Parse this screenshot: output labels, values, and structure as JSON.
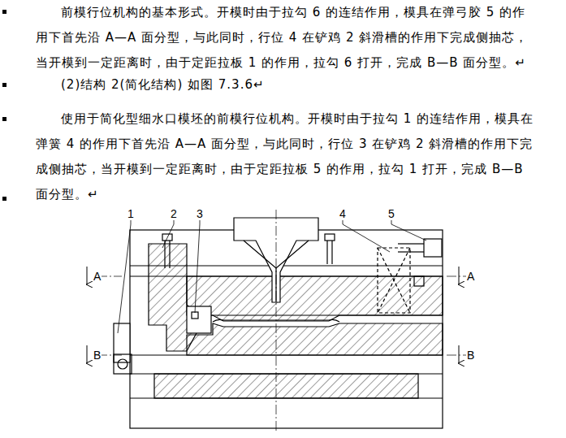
{
  "diagram": {
    "labels": [
      "前模行位机构的基本形式。开模时由于拉勾 6 的连结作用，模具在弹弓胶 5 的作用下首先沿 A—A 面分型，与此同时，行位 4 在铲鸡 2 斜滑槽的作用下完成侧抽芯，当开模到一定距离时，由于定距拉板 1 的作用，拉勾 6 打开，完成 B—B 面分型。↵",
      "(2)结构 2(简化结构) 如图 7.3.6↵",
      "使用于简化型细水口模坯的前模行位机构。开模时由于拉勾 1 的连结作用，模具在弹簧 4 的作用下首先沿 A—A 面分型，与此同时，行位 3 在铲鸡 2 斜滑槽的作用下完成侧抽芯，当开模到一定距离时，由于定距拉板 5 的作用，拉勾 1 打开，完成 B—B 面分型。↵",
      "1",
      "2",
      "3",
      "4",
      "5",
      "A",
      "A",
      "B",
      "B"
    ]
  }
}
